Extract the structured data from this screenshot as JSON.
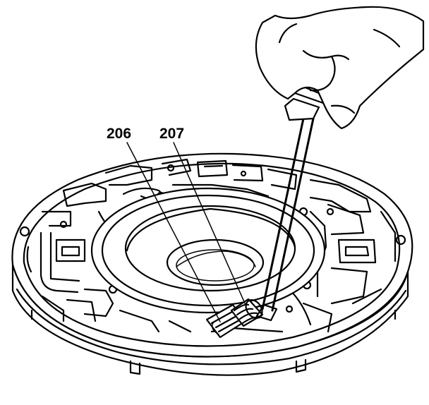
{
  "callouts": [
    {
      "id": "206",
      "text": "206"
    },
    {
      "id": "207",
      "text": "207"
    }
  ],
  "colors": {
    "ink": "#000000",
    "paper": "#ffffff"
  }
}
